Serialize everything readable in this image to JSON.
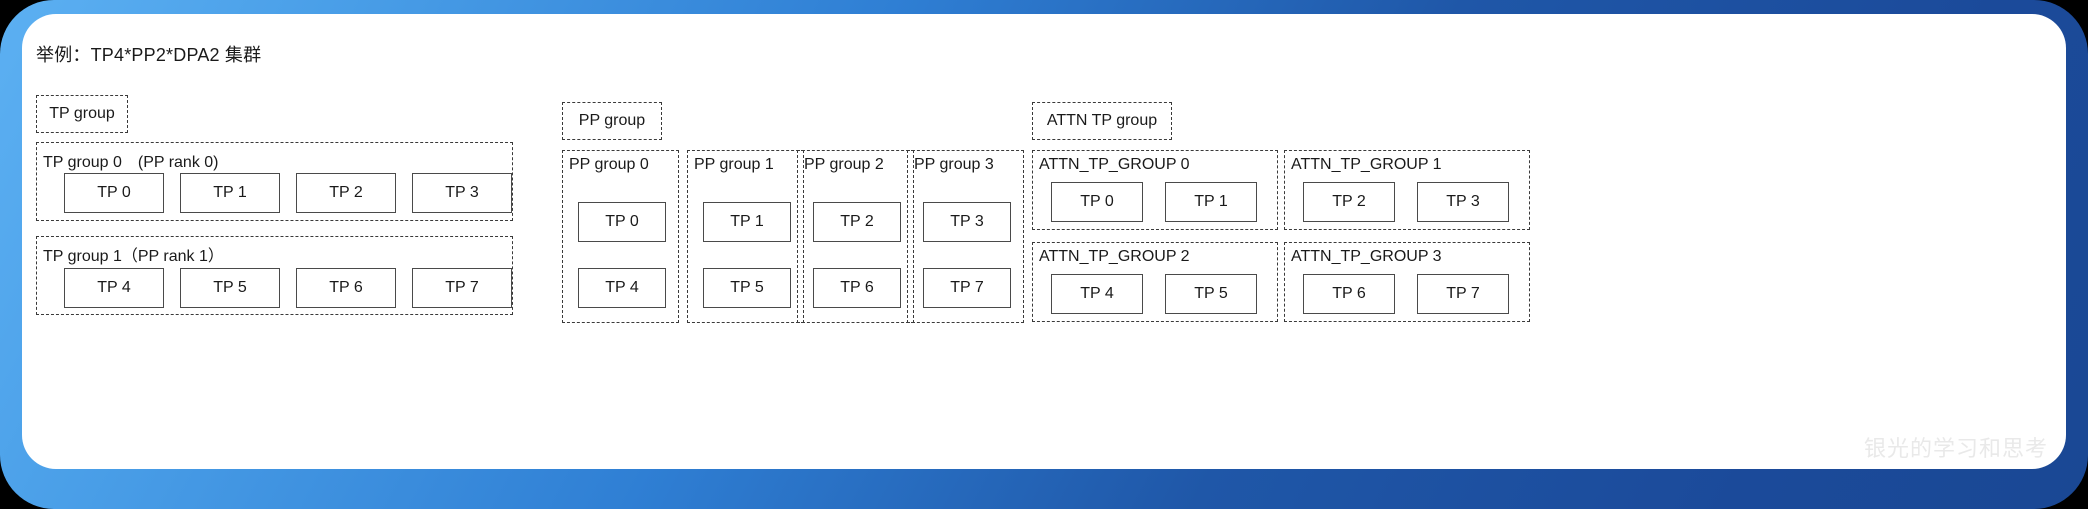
{
  "title": "举例：TP4*PP2*DPA2 集群",
  "watermark": "银光的学习和思考",
  "colors": {
    "frame_light": "#5cb0f2",
    "frame_dark": "#1a4894",
    "page_bg": "#ffffff",
    "dash_stroke": "#3a3a3a",
    "cell_stroke": "#4a4a4a",
    "text": "#1a1a1a"
  },
  "panels": {
    "tp": {
      "legend": "TP group",
      "groups": [
        {
          "label": "TP group 0　(PP rank 0)",
          "cells": [
            "TP 0",
            "TP 1",
            "TP 2",
            "TP 3"
          ]
        },
        {
          "label": "TP group 1（PP rank 1）",
          "cells": [
            "TP 4",
            "TP 5",
            "TP 6",
            "TP 7"
          ]
        }
      ]
    },
    "pp": {
      "legend": "PP group",
      "groups": [
        {
          "label": "PP group 0",
          "cells": [
            "TP 0",
            "TP 4"
          ]
        },
        {
          "label": "PP group 1",
          "cells": [
            "TP 1",
            "TP 5"
          ]
        },
        {
          "label": "PP group 2",
          "cells": [
            "TP 2",
            "TP 6"
          ]
        },
        {
          "label": "PP group 3",
          "cells": [
            "TP 3",
            "TP 7"
          ]
        }
      ]
    },
    "attn": {
      "legend": "ATTN TP group",
      "groups": [
        {
          "label": "ATTN_TP_GROUP 0",
          "cells": [
            "TP 0",
            "TP 1"
          ]
        },
        {
          "label": "ATTN_TP_GROUP 1",
          "cells": [
            "TP 2",
            "TP 3"
          ]
        },
        {
          "label": "ATTN_TP_GROUP 2",
          "cells": [
            "TP 4",
            "TP 5"
          ]
        },
        {
          "label": "ATTN_TP_GROUP 3",
          "cells": [
            "TP 6",
            "TP 7"
          ]
        }
      ]
    }
  }
}
